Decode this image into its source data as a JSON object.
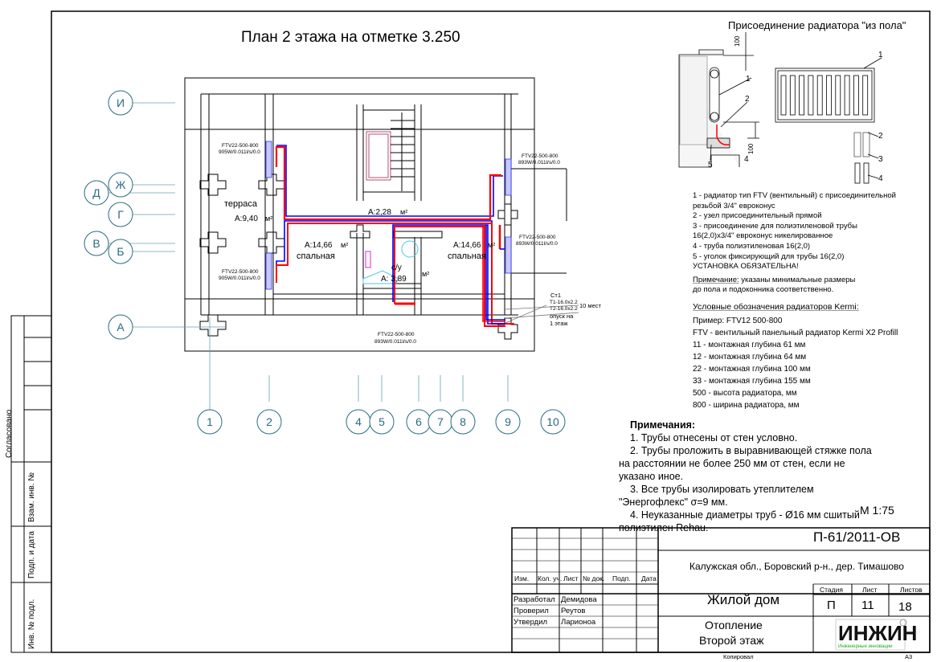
{
  "plan": {
    "title": "План 2 этажа на отметке 3.250",
    "axes_letters": [
      "И",
      "Ж",
      "Д",
      "Г",
      "В",
      "Б",
      "А"
    ],
    "axes_numbers": [
      "1",
      "2",
      "4",
      "5",
      "6",
      "7",
      "8",
      "9",
      "10"
    ],
    "rooms": {
      "terrace_name": "терраса",
      "terrace_area": "A:9,40",
      "hall_area": "A:2,28",
      "bed1_area": "A:14,66",
      "bed1_name": "спальная",
      "bath_name": "с/у",
      "bath_area": "A: 3,89",
      "bed2_area": "A:14,66",
      "bed2_name": "спальная",
      "unit": "м²"
    },
    "radiators": [
      {
        "model": "FTV22-500-800",
        "spec": "905W/0.011l/s/0.0"
      },
      {
        "model": "FTV22-500-800",
        "spec": "905W/0.011l/s/0.0"
      },
      {
        "model": "FTV22-500-800",
        "spec": "893W/0.011l/s/0.0"
      },
      {
        "model": "FTV22-500-800",
        "spec": "893W/0.011l/s/0.0"
      },
      {
        "model": "FTV22-500-800",
        "spec": "893W/0.011l/s/0.0"
      }
    ],
    "riser": {
      "name": "Ст1",
      "t1": "Т1-16.0x2.2",
      "t2": "Т2-16.0x2.2",
      "count": "10 мест",
      "drop1": "опуск на",
      "drop2": "1 этаж"
    }
  },
  "detail": {
    "title": "Присоединение радиатора \"из пола\"",
    "dim": "100",
    "callouts": [
      "1",
      "2",
      "3",
      "4",
      "5"
    ]
  },
  "legend": {
    "items": [
      "1 - радиатор тип FTV (вентильный) с присоединительной",
      "резьбой 3/4\" евроконус",
      "2 - узел присоединительный прямой",
      "3 - присоединение для полиэтиленовой трубы",
      "16(2,0)x3/4\" евроконус никелированное",
      "4 - труба полиэтиленовая 16(2,0)",
      "5 - уголок фиксирующий для трубы 16(2,0)",
      "УСТАНОВКА ОБЯЗАТЕЛЬНА!"
    ],
    "note_label": "Примечание:",
    "note_text": " указаны минимальные размеры",
    "note_text2": "до пола и подоконника соответственно.",
    "kermi_title": "Условные обозначения радиаторов Kermi:",
    "kermi_items": [
      "Пример: FTV12 500-800",
      "FTV - вентильный панельный радиатор Kermi X2 Profill",
      "11 - монтажная глубина 61 мм",
      "12 - монтажная глубина 64 мм",
      "22 - монтажная глубина 100 мм",
      "33 - монтажная глубина 155 мм",
      "500 - высота радиатора, мм",
      "800 - ширина радиатора, мм"
    ]
  },
  "notes": {
    "title": "Примечания:",
    "items": [
      "1. Трубы отнесены от стен условно.",
      "2. Трубы проложить в выравнивающей стяжке  пола на расстоянии не более 250 мм от стен, если не указано иное.",
      "3. Все трубы изолировать утеплителем \"Энергофлекс\" σ=9 мм.",
      "4. Неуказанные диаметры труб - Ø16 мм сшитый полиэтилен Rehau."
    ],
    "scale": "М 1:75"
  },
  "stamp": {
    "agreed": "Согласовано",
    "inv_replace": "Взам. инв. №",
    "sign_date": "Подп. и дата",
    "inv_orig": "Инв. № подл."
  },
  "title_block": {
    "code": "П-61/2011-ОВ",
    "address": "Калужская обл., Боровский р-н., дер. Тимашово",
    "headers": [
      "Изм.",
      "Кол. уч.",
      "Лист",
      "№ док.",
      "Подп.",
      "Дата"
    ],
    "roles": [
      {
        "role": "Разработал",
        "name": "Демидова"
      },
      {
        "role": "Проверил",
        "name": "Реутов"
      },
      {
        "role": "Утвердил",
        "name": "Ларионоа"
      }
    ],
    "object": "Жилой дом",
    "sheet_title1": "Отопление",
    "sheet_title2": "Второй этаж",
    "stage_label": "Стадия",
    "sheet_label": "Лист",
    "sheets_label": "Листов",
    "stage": "П",
    "sheet": "11",
    "sheets": "18",
    "logo_text": "ИНЖИН",
    "logo_sub": "Инженерные инновации",
    "copied": "Копировал",
    "format": "А3"
  },
  "colors": {
    "supply": "#ff0000",
    "return": "#0000ff",
    "axis": "#2a6b80",
    "logo_green": "#22aa22"
  }
}
